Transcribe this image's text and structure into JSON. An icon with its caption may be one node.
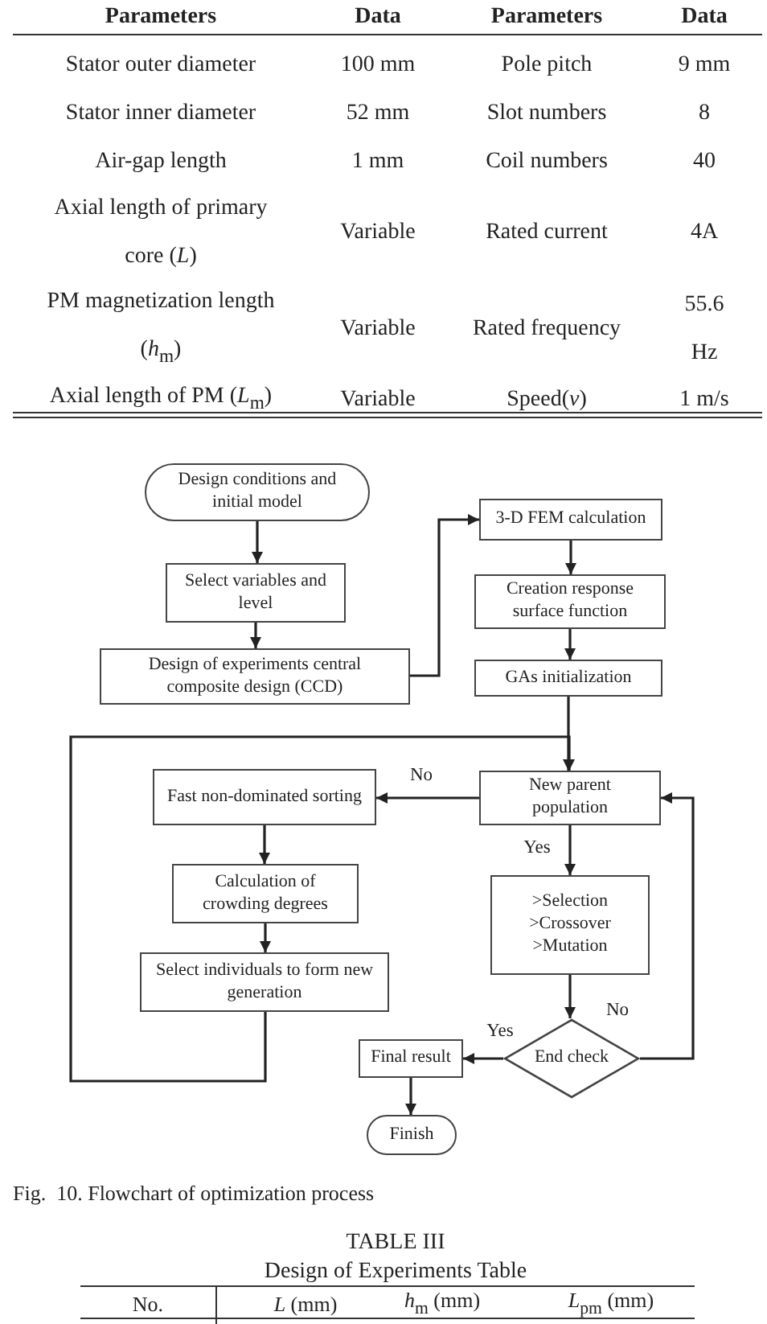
{
  "diagram": {
    "caption": "Fig.  10. Flowchart of optimization process",
    "nodes": [
      {
        "text": [
          "Design conditions and initial model"
        ]
      },
      {
        "text": [
          "Select variables and level"
        ]
      },
      {
        "text": [
          "Design of experiments central composite design (CCD)"
        ]
      },
      {
        "text": [
          "3-D FEM calculation"
        ]
      },
      {
        "text": [
          "Creation response surface function"
        ]
      },
      {
        "text": [
          "GAs initialization"
        ]
      },
      {
        "text": [
          "New parent population"
        ]
      },
      {
        "text": [
          "Fast non-dominated sorting"
        ]
      },
      {
        "text": [
          "Calculation of crowding degrees"
        ]
      },
      {
        "text": [
          "Select individuals to form new generation"
        ]
      },
      {
        "text": [
          ">Selection",
          ">Crossover",
          ">Mutation"
        ]
      },
      {
        "text": [
          "End check"
        ]
      },
      {
        "text": [
          "Final result"
        ]
      },
      {
        "text": [
          "Finish"
        ]
      }
    ],
    "edges": [
      {
        "from": 0,
        "to": 1,
        "arrow": "to"
      },
      {
        "from": 1,
        "to": 2,
        "arrow": "to"
      },
      {
        "from": 2,
        "to": 3,
        "arrow": "to"
      },
      {
        "from": 3,
        "to": 4,
        "arrow": "to"
      },
      {
        "from": 4,
        "to": 5,
        "arrow": "to"
      },
      {
        "from": 5,
        "to": 6,
        "arrow": "to"
      },
      {
        "from": 6,
        "to": 7,
        "arrow": "to",
        "label": "No"
      },
      {
        "from": 7,
        "to": 8,
        "arrow": "to"
      },
      {
        "from": 8,
        "to": 9,
        "arrow": "to"
      },
      {
        "from": 9,
        "to": 6,
        "arrow": "to"
      },
      {
        "from": 6,
        "to": 10,
        "arrow": "to",
        "label": "Yes"
      },
      {
        "from": 10,
        "to": 11,
        "arrow": "to"
      },
      {
        "from": 11,
        "to": 12,
        "arrow": "to",
        "label": "Yes"
      },
      {
        "from": 11,
        "to": 6,
        "arrow": "to",
        "label": "No"
      },
      {
        "from": 12,
        "to": 13,
        "arrow": "to"
      }
    ],
    "labels": [
      "Parameters",
      "Data",
      "Parameters",
      "Data",
      "Stator outer diameter",
      "100 mm",
      "Pole pitch",
      "9 mm",
      "Stator inner diameter",
      "52 mm",
      "Slot numbers",
      "8",
      "Air-gap length",
      "1 mm",
      "Coil numbers",
      "40",
      "Axial length of primary core (*L*)",
      "Variable",
      "Rated current",
      "4A",
      "PM magnetization length (*h*$_{m}$)",
      "Variable",
      "Rated frequency",
      "55.6 Hz",
      "Axial length of PM (*L*$_{m}$)",
      "Variable",
      "Speed(*v*)",
      "1 m/s",
      "TABLE III",
      "Design of Experiments Table",
      "No.",
      "*L* (mm)",
      "*h*$_{m}$ (mm)",
      "*L*$_{pm}$ (mm)"
    ]
  }
}
